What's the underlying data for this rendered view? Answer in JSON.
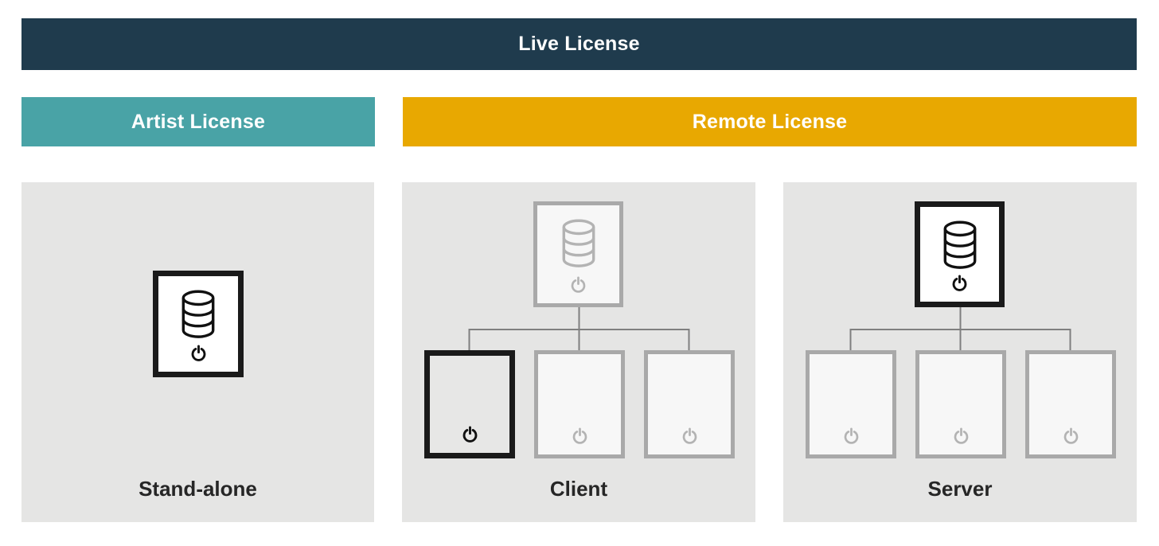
{
  "banner": {
    "label": "Live License"
  },
  "license_bars": {
    "artist": {
      "label": "Artist License"
    },
    "remote": {
      "label": "Remote License"
    }
  },
  "panels": {
    "standalone": {
      "label": "Stand-alone",
      "nodes": [
        {
          "role": "standalone-workstation",
          "state": "active",
          "icons": [
            "database-icon",
            "power-icon"
          ]
        }
      ]
    },
    "client": {
      "label": "Client",
      "top_node": {
        "role": "license-server",
        "state": "inactive",
        "icons": [
          "database-icon",
          "power-icon"
        ]
      },
      "child_nodes": [
        {
          "role": "client-machine",
          "state": "active",
          "icons": [
            "power-icon"
          ]
        },
        {
          "role": "client-machine",
          "state": "inactive",
          "icons": [
            "power-icon"
          ]
        },
        {
          "role": "client-machine",
          "state": "inactive",
          "icons": [
            "power-icon"
          ]
        }
      ]
    },
    "server": {
      "label": "Server",
      "top_node": {
        "role": "license-server",
        "state": "active",
        "icons": [
          "database-icon",
          "power-icon"
        ]
      },
      "child_nodes": [
        {
          "role": "client-machine",
          "state": "inactive",
          "icons": [
            "power-icon"
          ]
        },
        {
          "role": "client-machine",
          "state": "inactive",
          "icons": [
            "power-icon"
          ]
        },
        {
          "role": "client-machine",
          "state": "inactive",
          "icons": [
            "power-icon"
          ]
        }
      ]
    }
  },
  "colors": {
    "page-bg": "#ffffff",
    "banner-dark": "#1f3b4d",
    "banner-text": "#ffffff",
    "artist-teal": "#49a3a6",
    "remote-amber": "#e8a801",
    "panel-gray": "#e5e5e4",
    "node-inactive-fill": "#f7f7f7",
    "node-inactive-border": "#a9a9a9",
    "node-active-border": "#1a1a1a",
    "node-active-fill": "#ffffff",
    "client-active-fill": "#e7e7e6",
    "icon-black": "#111111",
    "icon-gray": "#b3b3b3",
    "connector-gray": "#7f7f7f",
    "label-text": "#262626"
  }
}
